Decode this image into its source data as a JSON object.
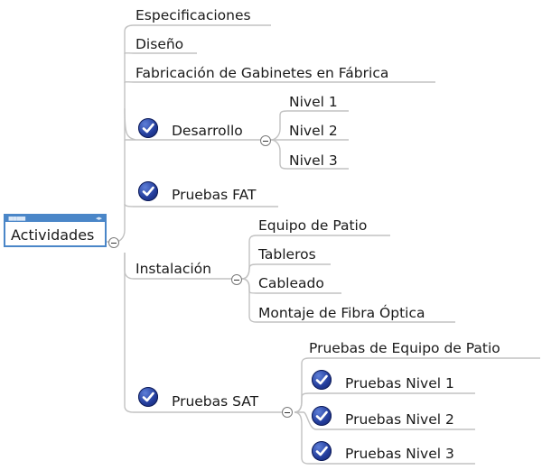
{
  "root": {
    "label": "Actividades"
  },
  "branches": {
    "especificaciones": "Especificaciones",
    "diseno": "Diseño",
    "fabricacion": "Fabricación de Gabinetes en Fábrica",
    "desarrollo": {
      "label": "Desarrollo",
      "children": [
        "Nivel 1",
        "Nivel 2",
        "Nivel 3"
      ]
    },
    "pruebas_fat": "Pruebas FAT",
    "instalacion": {
      "label": "Instalación",
      "children": [
        "Equipo de Patio",
        "Tableros",
        "Cableado",
        "Montaje de Fibra Óptica"
      ]
    },
    "pruebas_sat": {
      "label": "Pruebas SAT",
      "children": [
        "Pruebas de Equipo de Patio",
        "Pruebas Nivel 1",
        "Pruebas Nivel 2",
        "Pruebas Nivel 3"
      ]
    }
  },
  "icons": {
    "status": "check-icon",
    "toggle": "collapse-icon"
  },
  "colors": {
    "check": "#233d9c",
    "connector": "#c0c0c0",
    "root_border": "#4a86c8"
  }
}
